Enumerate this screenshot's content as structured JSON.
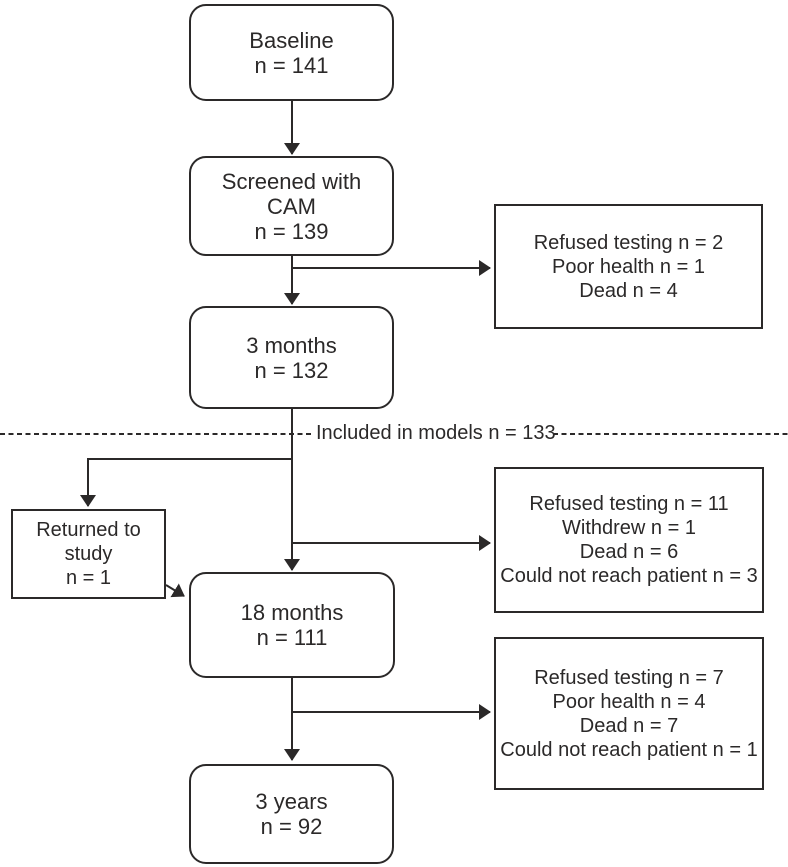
{
  "figure": {
    "type": "study-flowchart",
    "background_color": "#ffffff",
    "line_color": "#2b2929",
    "text_color": "#2b2929"
  },
  "nodes": {
    "baseline": {
      "lines": [
        "Baseline",
        "n = 141"
      ]
    },
    "screened": {
      "lines": [
        "Screened with",
        "CAM",
        "n = 139"
      ]
    },
    "months_3": {
      "lines": [
        "3 months",
        "n = 132"
      ]
    },
    "months_18": {
      "lines": [
        "18 months",
        "n = 111"
      ]
    },
    "years_3": {
      "lines": [
        "3 years",
        "n = 92"
      ]
    },
    "returned": {
      "lines": [
        "Returned to",
        "study",
        "n = 1"
      ]
    },
    "dropout_3mo": {
      "lines": [
        "Refused testing n = 2",
        "Poor health n = 1",
        "Dead n = 4"
      ]
    },
    "dropout_18mo": {
      "lines": [
        "Refused testing n = 11",
        "Withdrew n = 1",
        "Dead n = 6",
        "Could not reach patient n = 3"
      ]
    },
    "dropout_3yr": {
      "lines": [
        "Refused testing n = 7",
        "Poor health n = 4",
        "Dead n = 7",
        "Could not reach patient n = 1"
      ]
    }
  },
  "divider": {
    "label": "Included in models n = 133"
  }
}
